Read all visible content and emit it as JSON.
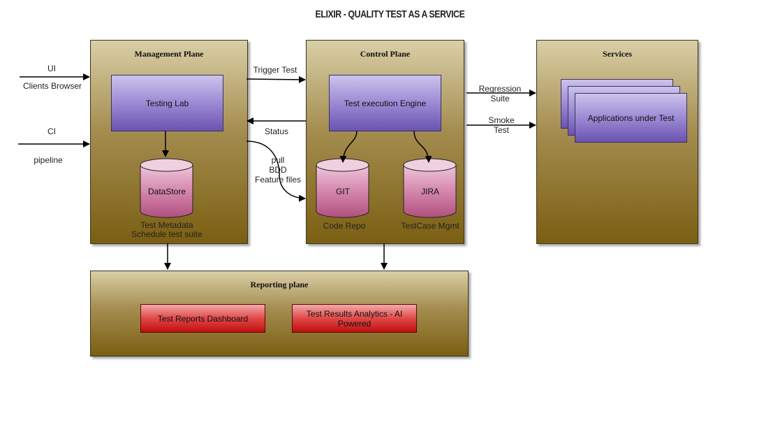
{
  "title": "ELIXIR - QUALITY TEST AS A SERVICE",
  "management_plane": {
    "title": "Management  Plane",
    "testing_lab": "Testing Lab",
    "datastore": "DataStore",
    "caption_line1": "Test Metadata",
    "caption_line2": "Schedule test suite"
  },
  "control_plane": {
    "title": "Control Plane",
    "engine": "Test execution Engine",
    "git": "GIT",
    "git_caption": "Code Repo",
    "jira": "JIRA",
    "jira_caption": "TestCase Mgmt"
  },
  "services": {
    "title": "Services",
    "app": "Applications under Test"
  },
  "reporting_plane": {
    "title": "Reporting plane",
    "dashboard": "Test Reports Dashboard",
    "analytics_line1": "Test Results Analytics - AI",
    "analytics_line2": "Powered"
  },
  "edges": {
    "ui": "UI",
    "clients_browser": "Clients Browser",
    "ci": "CI",
    "pipeline": "pipeline",
    "trigger_test": "Trigger Test",
    "status": "Status",
    "pull": "pull",
    "bdd": "BDD",
    "feature_files": "Feature files",
    "regression_line1": "Regression",
    "regression_line2": "Suite",
    "smoke_line1": "Smoke",
    "smoke_line2": "Test"
  },
  "colors": {
    "plane_gradient_top": "#d9cfa6",
    "plane_gradient_bottom": "#7a5f12",
    "purple_box": "#9c8ad4",
    "cylinder": "#c56f99",
    "red_box": "#e04848"
  }
}
